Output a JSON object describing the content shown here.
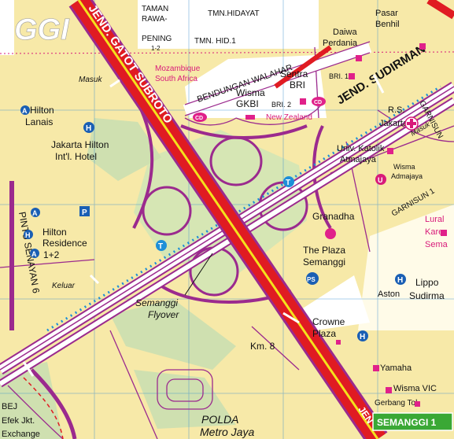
{
  "map": {
    "district_partial": "GGI",
    "colors": {
      "land": "#f7e9a8",
      "green_area": "#cfe0b0",
      "road_magenta": "#9b2a8e",
      "major_road_red": "#e01b22",
      "centerline_yellow": "#f3e21c",
      "grid_blue": "#3a8fd0",
      "rail_blue": "#1e8fd8",
      "poi_magenta": "#e0218a",
      "label_blue": "#1a5fb4",
      "label_magenta": "#d81b7a"
    },
    "roads": {
      "gatot_subroto": "JEND. GATOT SUBROTO",
      "sudirman_top": "JEND. SUDIRMAN",
      "bendungan": "BENDUNGAN WALAHAR",
      "garnisun": "GARNISUN",
      "garnisun_1": "GARNISUN 1",
      "pintu_senayan": "PINTU SENAYAN 6",
      "jend_bottom": "JEN"
    },
    "labels": {
      "taman_rawa_pening": [
        "TAMAN",
        "RAWA-",
        "PENING",
        "1-2"
      ],
      "tmn_hidayat": "TMN.HIDAYAT",
      "tmn_hid1": "TMN. HID.1",
      "mozambique": "Mozambique",
      "south_africa": "South Africa",
      "masuk_left": "Masuk",
      "masuk_right": "Masuk",
      "hilton_lanais": [
        "Hilton",
        "Lanais"
      ],
      "jakarta_hilton": [
        "Jakarta Hilton",
        "Int'l. Hotel"
      ],
      "hilton_residence": [
        "Hilton",
        "Residence",
        "1+2"
      ],
      "keluar": "Keluar",
      "semanggi_flyover": [
        "Semanggi",
        "Flyover"
      ],
      "polda": [
        "POLDA",
        "Metro Jaya"
      ],
      "bej": [
        "BEJ",
        "Efek Jkt.",
        "Exchange"
      ],
      "pasar_benhil": [
        "Pasar",
        "Benhil"
      ],
      "daiwa_perdania": [
        "Daiwa",
        "Perdania"
      ],
      "sentra_bri": [
        "Sentra",
        "BRI"
      ],
      "bri_1": "BRI. 1",
      "bri_2": "BRI. 2",
      "wisma_gkbi": [
        "Wisma",
        "GKBI"
      ],
      "new_zealand": "New Zealand",
      "rs_jakarta": [
        "R.S.",
        "Jakarta"
      ],
      "univ_atmajaya": [
        "Univ. Katolik",
        "Atmajaya"
      ],
      "wisma_admajaya": [
        "Wisma",
        "Admajaya"
      ],
      "granadha": "Granadha",
      "plaza_semanggi": [
        "The Plaza",
        "Semanggi"
      ],
      "lippo": "Lippo",
      "aston": "Aston",
      "sudirman_cut": "Sudirma",
      "lural": "Lural",
      "kare": "Kare",
      "sema": "Sema",
      "km8": "Km. 8",
      "crowne_plaza": [
        "Crowne",
        "Plaza"
      ],
      "yamaha": "Yamaha",
      "wisma_vic": "Wisma VIC",
      "gerbang_tol": "Gerbang Tol",
      "semanggi_1": "SEMANGGI 1"
    },
    "symbols": {
      "atm": "A",
      "hotel": "H",
      "parking": "P",
      "toll": "T",
      "ps": "PS",
      "cd": "CD",
      "university": "U"
    }
  }
}
